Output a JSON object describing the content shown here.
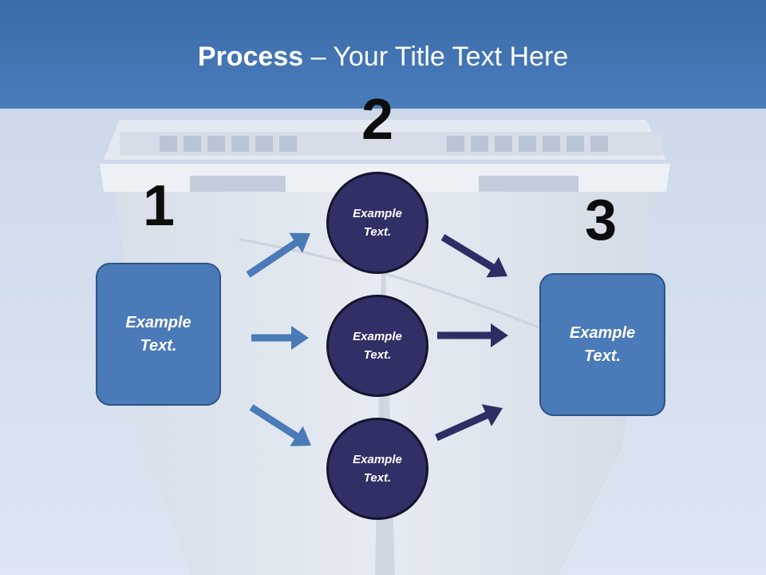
{
  "slide": {
    "title_bold": "Process",
    "title_rest": " – Your Title Text Here"
  },
  "steps": {
    "step1": {
      "number": "1",
      "text_line1": "Example",
      "text_line2": "Text."
    },
    "step2": {
      "number": "2"
    },
    "step3": {
      "number": "3",
      "text_line1": "Example",
      "text_line2": "Text."
    }
  },
  "circles": [
    {
      "line1": "Example",
      "line2": "Text."
    },
    {
      "line1": "Example",
      "line2": "Text."
    },
    {
      "line1": "Example",
      "line2": "Text."
    }
  ],
  "colors": {
    "header": "#4a7cbc",
    "box_fill": "#4a7ab8",
    "circle_fill": "#302f66",
    "arrow_light": "#4a7ab8",
    "arrow_dark": "#2e2d64"
  }
}
